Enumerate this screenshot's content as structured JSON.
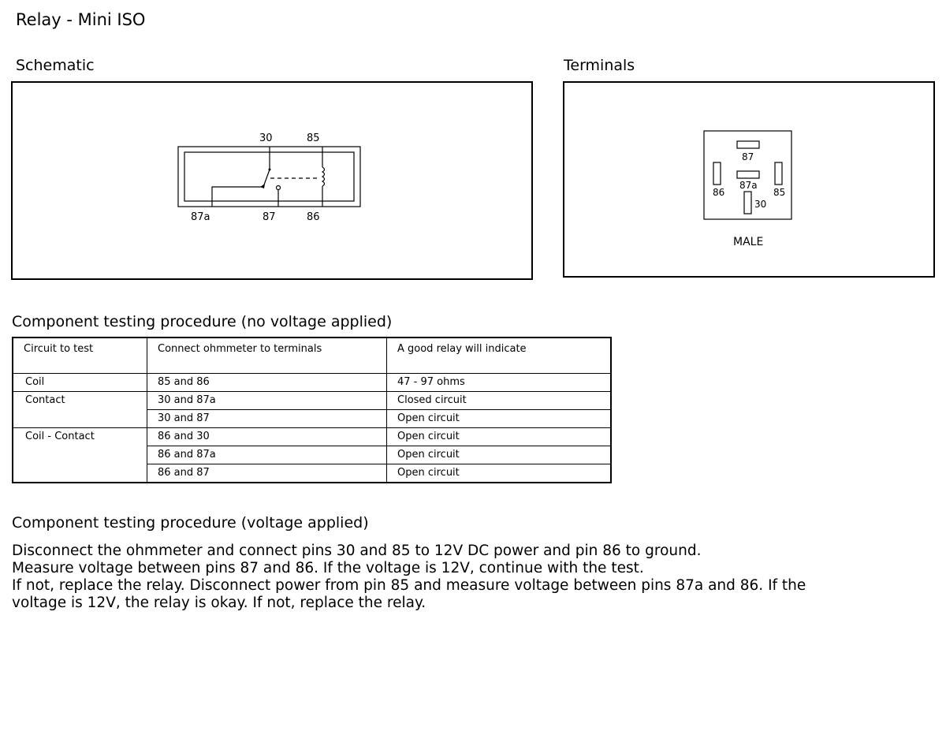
{
  "page": {
    "title": "Relay - Mini ISO"
  },
  "schematic": {
    "label": "Schematic",
    "pins": {
      "top_left": "30",
      "top_right": "85",
      "bottom_left": "87a",
      "bottom_mid": "87",
      "bottom_right": "86"
    }
  },
  "terminals": {
    "label": "Terminals",
    "pins": {
      "top": "87",
      "middle": "87a",
      "left": "86",
      "right": "85",
      "bottom": "30"
    },
    "gender": "MALE"
  },
  "procedure_no_voltage": {
    "title": "Component testing procedure (no voltage applied)",
    "headers": [
      "Circuit to test",
      "Connect ohmmeter to terminals",
      "A good relay will indicate"
    ],
    "rows": [
      {
        "circuit": "Coil",
        "terminals": "85 and 86",
        "result": "47 - 97 ohms"
      },
      {
        "circuit": "Contact",
        "terminals": "30 and 87a",
        "result": "Closed circuit"
      },
      {
        "circuit": "",
        "terminals": "30 and 87",
        "result": "Open circuit"
      },
      {
        "circuit": "Coil - Contact",
        "terminals": "86 and 30",
        "result": "Open circuit"
      },
      {
        "circuit": "",
        "terminals": "86 and 87a",
        "result": "Open circuit"
      },
      {
        "circuit": "",
        "terminals": "86 and 87",
        "result": "Open circuit"
      }
    ]
  },
  "procedure_voltage": {
    "title": "Component testing procedure (voltage applied)",
    "lines": [
      "Disconnect the ohmmeter and connect pins 30 and 85 to 12V DC power and pin 86 to ground.",
      "Measure voltage between pins 87 and 86. If the voltage is 12V, continue with the test.",
      "If not, replace the relay. Disconnect power from pin 85 and measure voltage between pins 87a and 86. If the",
      "voltage is 12V, the relay is okay. If not, replace the relay."
    ]
  }
}
